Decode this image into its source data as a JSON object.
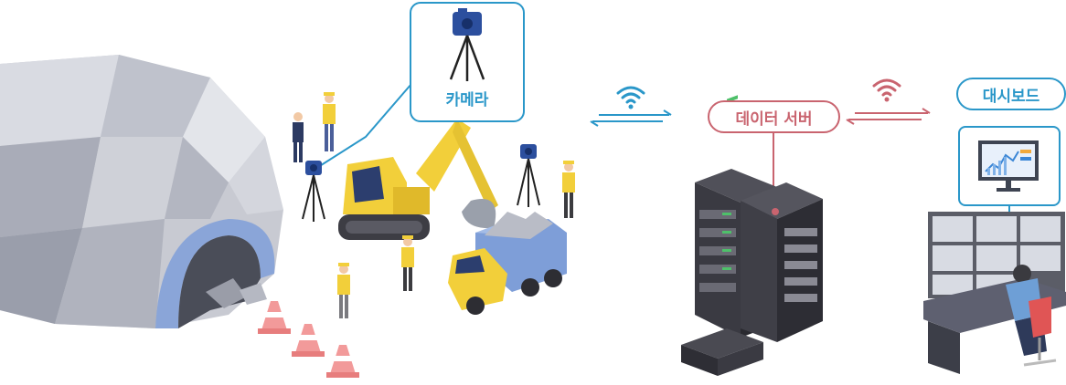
{
  "labels": {
    "camera": "카메라",
    "server": "데이터 서버",
    "dashboard": "대시보드"
  },
  "colors": {
    "accent_blue": "#2a97c9",
    "accent_red": "#c9646f",
    "rock": "#b9bcc6",
    "tunnel_ring": "#8aa5d8",
    "machine_yellow": "#f2cf3a",
    "truck_blue": "#7e9ed8"
  },
  "icons": {
    "wifi_left": "wifi-icon",
    "wifi_right": "wifi-icon",
    "camera_device": "camera-tripod-icon"
  }
}
